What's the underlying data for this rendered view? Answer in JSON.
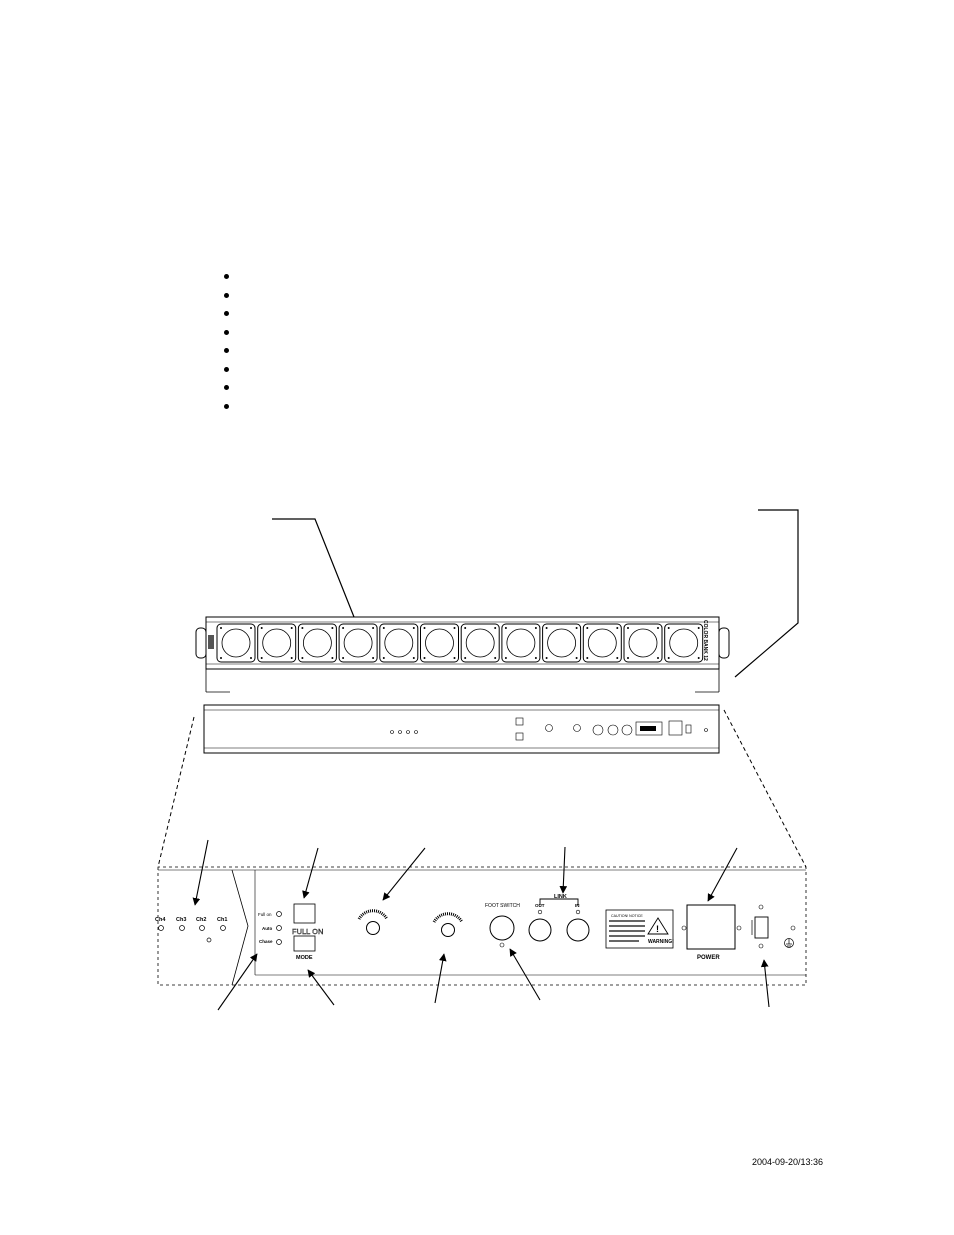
{
  "bullets": [
    "",
    "",
    "",
    "",
    "",
    "",
    "",
    ""
  ],
  "front_panel": {
    "channels": [
      "Ch4",
      "Ch3",
      "Ch2",
      "Ch1"
    ],
    "mode_leds": [
      "Full on",
      "Auto",
      "Chase"
    ],
    "full_on_label": "FULL ON",
    "mode_label": "MODE",
    "foot_switch_label": "FOOT SWITCH",
    "link_label": "LINK",
    "link_out_label": "OUT",
    "link_in_label": "IN",
    "warning_heading": "CAUTION! NOTICE",
    "warning_title": "WARNING!",
    "power_label": "POWER"
  },
  "bar": {
    "lamp_count": 12,
    "model_label": "COLOR BANK 12"
  },
  "footer": {
    "timestamp": "2004-09-20/13:36"
  }
}
